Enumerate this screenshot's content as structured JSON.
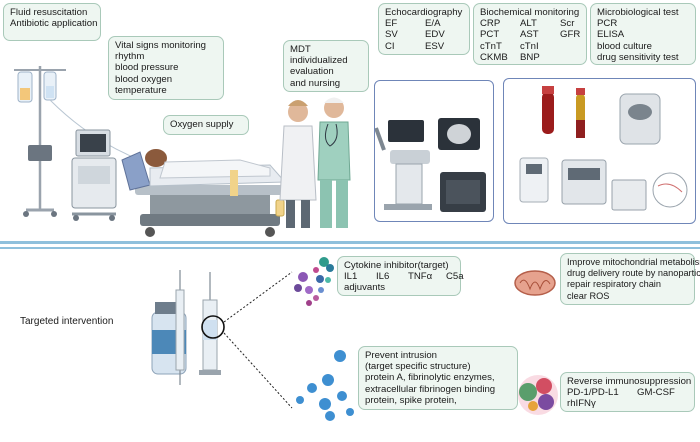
{
  "top": {
    "fluid": [
      "Fluid resuscitation",
      "Antibiotic application"
    ],
    "vitals": [
      "Vital signs monitoring",
      "rhythm",
      "blood pressure",
      "blood oxygen",
      "temperature"
    ],
    "oxygen": "Oxygen supply",
    "mdt": [
      "MDT",
      "individualized",
      "evaluation",
      "and nursing"
    ],
    "echo": {
      "title": "Echocardiography",
      "items": [
        "EF",
        "E/A",
        "SV",
        "EDV",
        "CI",
        "ESV"
      ]
    },
    "biochem": {
      "title": "Biochemical monitoring",
      "items": [
        "CRP",
        "ALT",
        "Scr",
        "PCT",
        "AST",
        "GFR",
        "cTnT",
        "cTnI",
        "",
        "CKMB",
        "BNP",
        ""
      ]
    },
    "micro": {
      "title": "Microbiological test",
      "items": [
        "PCR",
        "ELISA",
        "blood culture",
        "drug sensitivity test"
      ]
    }
  },
  "bottom": {
    "targeted": "Targeted intervention",
    "cytokine": {
      "title": "Cytokine inhibitor(target)",
      "items": [
        "IL1",
        "IL6",
        "TNFα",
        "C5a"
      ],
      "extra": "adjuvants"
    },
    "mito": [
      "Improve mitochondrial metabolism",
      "drug delivery route by nanoparticles",
      "repair respiratory chain",
      "clear ROS"
    ],
    "intrusion": [
      "Prevent intrusion",
      "(target specific structure)",
      "protein A, fibrinolytic enzymes,",
      "extracellular fibrinogen binding",
      "protein, spike protein,"
    ],
    "immuno": {
      "title": "Reverse immunosuppression",
      "items": [
        "PD-1/PD-L1",
        "GM-CSF"
      ],
      "extra": "rhIFNγ"
    }
  },
  "colors": {
    "box_fill": "#eef6f1",
    "box_border": "#a9c9b9",
    "panel_border": "#6f86b8",
    "divider": "#8fc0dc"
  }
}
